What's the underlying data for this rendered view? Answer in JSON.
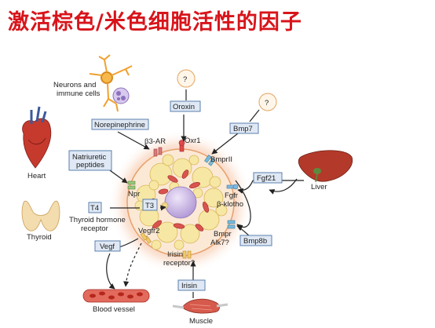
{
  "title": "激活棕色/米色细胞活性的因子",
  "labels": {
    "neurons": [
      "Neurons and",
      "immune cells"
    ],
    "norepinephrine": "Norepinephrine",
    "b3ar": "β3-AR",
    "oxr1": "Oxr1",
    "orexin": "Oroxin",
    "unknown_mark": "?",
    "bmp7": "Bmp7",
    "bmprii": "BmprII",
    "heart": "Heart",
    "natriuretic": [
      "Natriuretic",
      "peptides"
    ],
    "npr": "Npr",
    "fgf21": "Fgf21",
    "liver": "Liver",
    "fgfr": [
      "Fgfr",
      "β-klotho"
    ],
    "t4": "T4",
    "t3": "T3",
    "thyroid_receptor": [
      "Thyroid hormone",
      "receptor"
    ],
    "thyroid": "Thyroid",
    "vegf": "Vegf",
    "vegfr2": "Vegfr2",
    "bmpr_alk": [
      "Bmpr",
      "Alk7?"
    ],
    "bmp8b": "Bmp8b",
    "irisin_receptor": [
      "Irisin",
      "receptor?"
    ],
    "irisin": "Irisin",
    "blood_vessel": "Blood vessel",
    "muscle": "Muscle"
  },
  "colors": {
    "title": "#d8141b",
    "box_fill": "#dfe8f4",
    "box_stroke": "#5b7fae",
    "nucleus": "#c9b6e2",
    "lipid": "#f7e7a4",
    "mitochondria": "#d9534f",
    "organ_red": "#c63a2e",
    "thyroid": "#f3dcae"
  }
}
